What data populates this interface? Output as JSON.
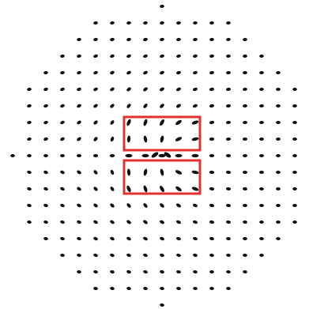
{
  "figure": {
    "kind": "director field",
    "dot_color": "#111111",
    "background": "#ffffff",
    "highlight_color": "#e0312b",
    "highlight_count": 2,
    "defect_count": 2
  }
}
